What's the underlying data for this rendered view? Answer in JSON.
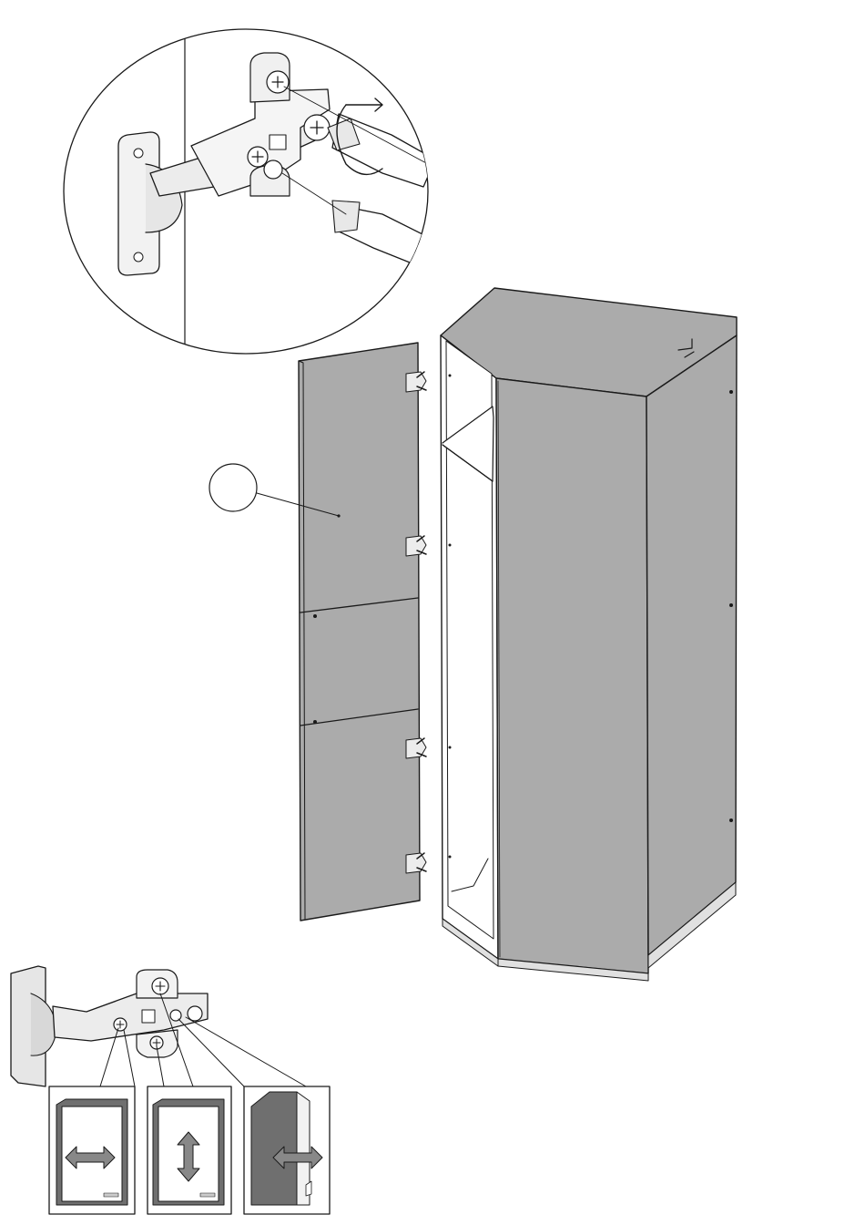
{
  "figure": {
    "callout_label": "",
    "colors": {
      "panel": "#ababab",
      "panel_dark": "#6f6f6f",
      "outline": "#1a1a1a",
      "hardware": "#ececec",
      "background": "#ffffff"
    },
    "steps": [
      {
        "name": "hinge-screw-adjustment-detail"
      },
      {
        "name": "wardrobe-door-hinge-mounting"
      },
      {
        "name": "hinge-adjustment-directions"
      }
    ],
    "adjustments": [
      {
        "name": "horizontal-adjust",
        "icon": "double-arrow-horizontal-icon"
      },
      {
        "name": "vertical-adjust",
        "icon": "double-arrow-vertical-icon"
      },
      {
        "name": "depth-adjust",
        "icon": "double-arrow-depth-icon"
      }
    ]
  }
}
